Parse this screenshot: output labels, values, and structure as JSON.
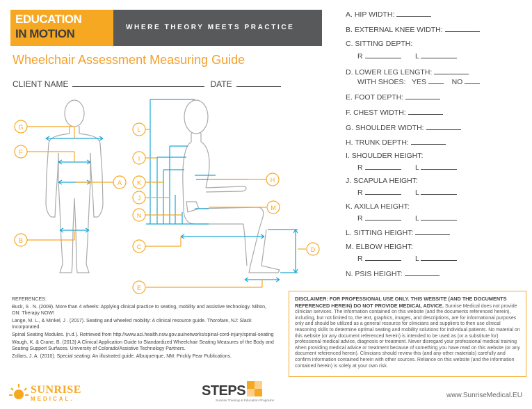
{
  "header": {
    "logo_line1": "EDUCATION",
    "logo_line2": "IN MOTION",
    "tagline": "WHERE THEORY MEETS PRACTICE"
  },
  "title": "Wheelchair Assessment Measuring Guide",
  "client_label": "CLIENT NAME",
  "date_label": "DATE",
  "fields": [
    {
      "id": "A",
      "label": "A.  HIP WIDTH:"
    },
    {
      "id": "B",
      "label": "B.  EXTERNAL KNEE WIDTH:"
    },
    {
      "id": "C",
      "label": "C.  SITTING DEPTH:",
      "r": "R",
      "l": "L"
    },
    {
      "id": "D",
      "label": "D.  LOWER LEG LENGTH:",
      "sub": "WITH SHOES:",
      "yes": "YES",
      "no": "NO"
    },
    {
      "id": "E",
      "label": "E.  FOOT DEPTH:"
    },
    {
      "id": "F",
      "label": "F.  CHEST WIDTH:"
    },
    {
      "id": "G",
      "label": "G.  SHOULDER WIDTH:"
    },
    {
      "id": "H",
      "label": "H.  TRUNK DEPTH:"
    },
    {
      "id": "I",
      "label": "I.   SHOULDER HEIGHT:",
      "r": "R",
      "l": "L"
    },
    {
      "id": "J",
      "label": "J.   SCAPULA HEIGHT:",
      "r": "R",
      "l": "L"
    },
    {
      "id": "K",
      "label": "K.  AXILLA HEIGHT:",
      "r": "R",
      "l": "L"
    },
    {
      "id": "L",
      "label": "L.   SITTING HEIGHT:"
    },
    {
      "id": "M",
      "label": "M. ELBOW HEIGHT:",
      "r": "R",
      "l": "L"
    },
    {
      "id": "N",
      "label": "N.  PSIS  HEIGHT:"
    }
  ],
  "diagram_labels": [
    "G",
    "F",
    "A",
    "B",
    "L",
    "I",
    "K",
    "J",
    "N",
    "C",
    "E",
    "H",
    "M",
    "D"
  ],
  "references": {
    "heading": "REFERENCES:",
    "items": [
      "Buck, S . N. (2009). More than 4 wheels: Applying clinical practice to seating, mobility and assistive technology. Milton, ON: Therapy NOW!",
      "Lange, M. L., & Minkel, J . (2017). Seating and wheeled mobility: A clinical resource guide. Thorofare, NJ: Slack Incorporated.",
      "Spinal Seating Modules. (n.d.). Retrieved from http://www.aci.health.nsw.gov.au/networks/spinal-cord-injury/spinal-seating",
      "Waugh, K. & Crane, B. (2013) A Clinical Application Guide to Standardized Wheelchair Seating Measures of the Body and Seating Support Surfaces. University of Colorado/Assistive Technology Partners.",
      "Zollars, J. A. (2010). Special seating: An illustrated guide. Albuquerque, NM: Prickly Pear Publications."
    ]
  },
  "disclaimer": {
    "bold": "DISCLAIMER: FOR PROFESSIONAL USE ONLY. THIS WEBSITE (AND THE DOCUMENTS REFERENCED HEREIN) DO NOT PROVIDE MEDICAL ADVICE.",
    "body": "Sunrise Medical does not provide clinician services. The information contained on this website (and the documents referenced herein), including, but not limited to, the text, graphics, images, and descriptions, are for informational purposes only and should be utilized as a general resource for clinicians and suppliers to then use clinical reasoning skills to determine optimal seating and mobility solutions for individual patients. No material on this website (or any document referenced herein) is intended to be used as (or a substitute for) professional medical advice, diagnosis or treatment. Never disregard your professional medical training when providing medical advice or treatment because of something you have read on this website (or any document referenced herein). Clinicians should review this (and any other materials) carefully and confirm information contained herein with other sources. Reliance on this website (and the information contained herein) is solely at your own risk."
  },
  "footer": {
    "sunrise_name": "SUNRISE",
    "sunrise_sub": "MEDICAL.",
    "steps_name": "STEPS",
    "steps_sub": "Sunrise Training & Education Programs",
    "url": "www.SunriseMedical.EU"
  },
  "colors": {
    "orange": "#f7a823",
    "cyan": "#1aa7d6",
    "figure": "#aaaaaa",
    "dark": "#58595b"
  }
}
